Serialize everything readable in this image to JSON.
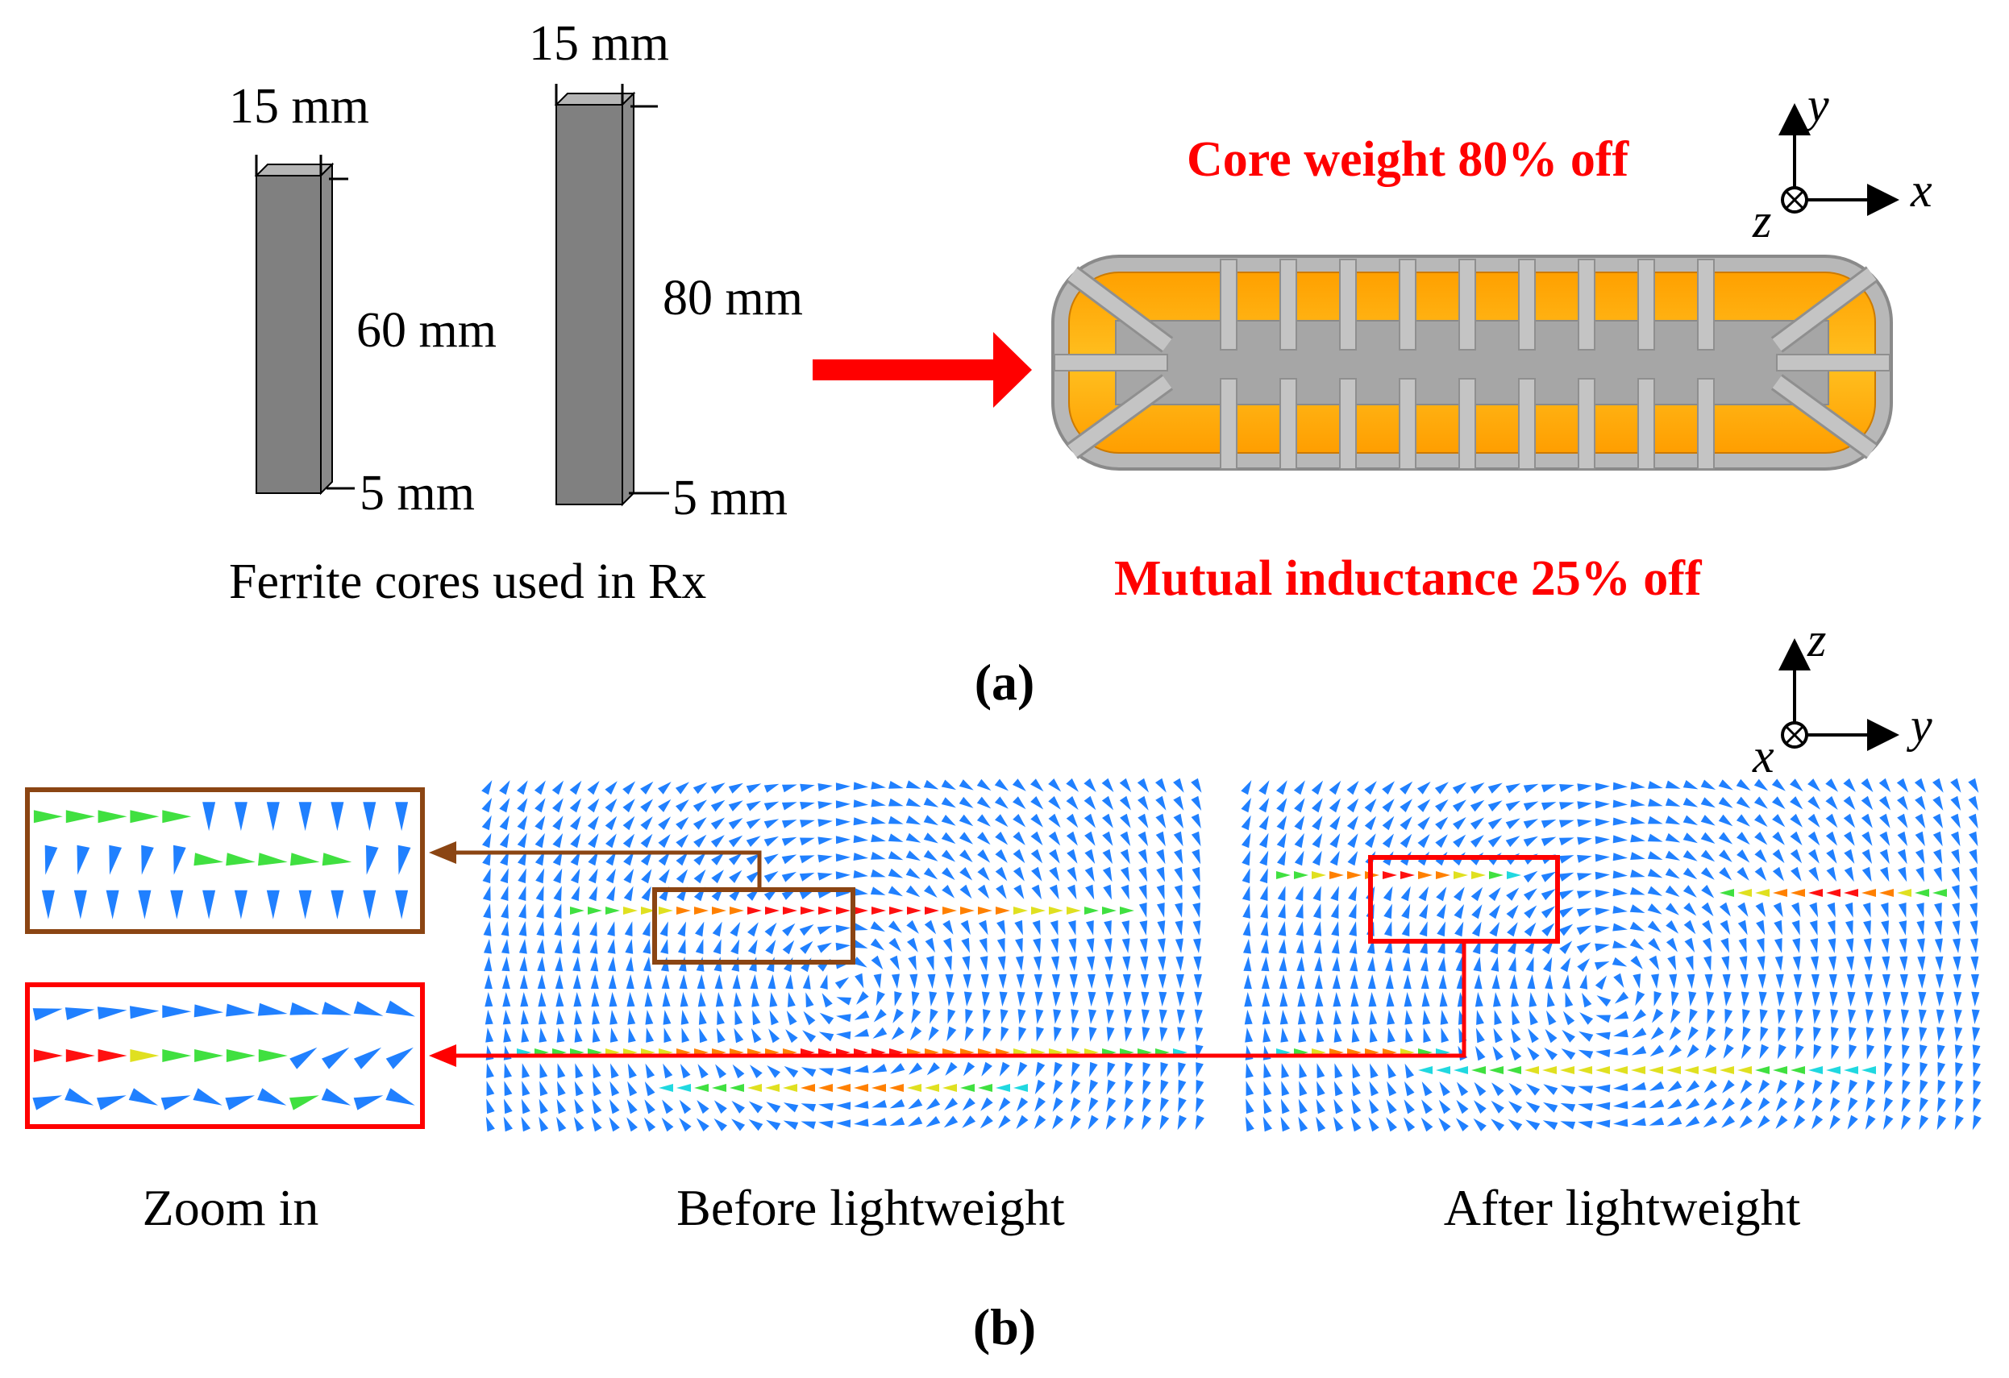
{
  "part_a": {
    "small_core": {
      "width": "15 mm",
      "height": "60 mm",
      "depth": "5 mm"
    },
    "large_core": {
      "width": "15 mm",
      "height": "80 mm",
      "depth": "5 mm"
    },
    "cores_caption": "Ferrite cores used in Rx",
    "core_weight_note": "Core weight 80% off",
    "mutual_inductance_note": "Mutual inductance 25% off",
    "axes": {
      "vertical": "y",
      "horizontal": "x",
      "out_of_plane": "z"
    },
    "label": "(a)",
    "label_letter": "a",
    "colors": {
      "coil": "#ffa500",
      "core": "#9a9a9a",
      "arrow": "#ff0000"
    }
  },
  "part_b": {
    "axes": {
      "vertical": "z",
      "horizontal": "y",
      "out_of_plane": "x"
    },
    "zoom_caption": "Zoom in",
    "before_caption": "Before lightweight",
    "after_caption": "After lightweight",
    "label": "(b)",
    "label_letter": "b",
    "colors": {
      "before_box": "#8b4513",
      "after_box": "#ff0000"
    }
  }
}
